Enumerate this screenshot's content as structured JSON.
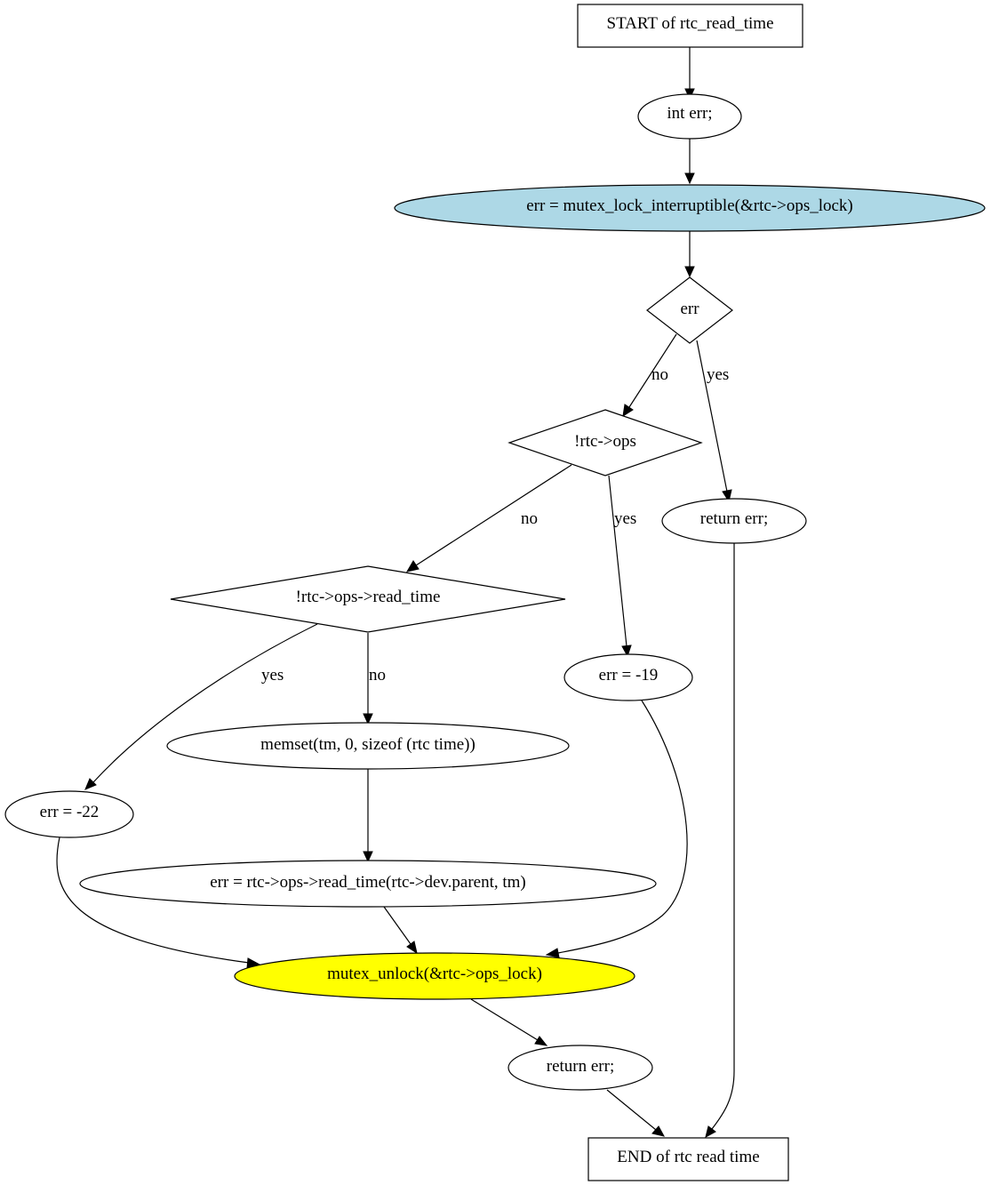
{
  "nodes": {
    "start": {
      "label": "START of rtc_read_time"
    },
    "decl": {
      "label": "int err;"
    },
    "lock": {
      "label": "err = mutex_lock_interruptible(&rtc->ops_lock)",
      "fill": "#add8e6"
    },
    "cond_err": {
      "label": "err"
    },
    "cond_ops": {
      "label": "!rtc->ops"
    },
    "ret_err1": {
      "label": "return err;"
    },
    "cond_read": {
      "label": "!rtc->ops->read_time"
    },
    "err19": {
      "label": "err = -19"
    },
    "memset": {
      "label": "memset(tm, 0, sizeof (rtc  time))"
    },
    "err22": {
      "label": "err = -22"
    },
    "read_call": {
      "label": "err = rtc->ops->read_time(rtc->dev.parent, tm)"
    },
    "unlock": {
      "label": "mutex_unlock(&rtc->ops_lock)",
      "fill": "#ffff00"
    },
    "ret_err2": {
      "label": "return err;"
    },
    "end": {
      "label": "END of rtc  read  time"
    }
  },
  "edge_labels": {
    "err_no": "no",
    "err_yes": "yes",
    "ops_no": "no",
    "ops_yes": "yes",
    "read_yes": "yes",
    "read_no": "no"
  }
}
